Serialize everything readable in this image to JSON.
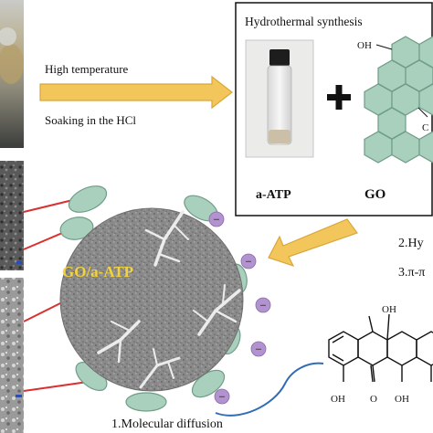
{
  "process": {
    "step1": "High temperature",
    "step2": "Soaking in the HCl"
  },
  "synthesis_box": {
    "title": "Hydrothermal synthesis",
    "left_label": "a-ATP",
    "right_label": "GO",
    "oh_label": "OH",
    "c_label": "C",
    "plus": "+"
  },
  "composite": {
    "label": "GO/a-ATP",
    "charge_sign": "−"
  },
  "mechanisms": {
    "m1": "1.Molecular diffusion",
    "m2": "2.Hy",
    "m3": "3.π-π"
  },
  "molecule": {
    "oh_top": "OH",
    "oh_bottom_left": "OH",
    "o_bottom": "O",
    "oh_bottom_right": "OH"
  },
  "colors": {
    "arrow_fill": "#f3c65c",
    "arrow_edge": "#d9a73a",
    "go_hex": "#a9cfbd",
    "go_hex_edge": "#6f9d88",
    "particle": "#8c8c8c",
    "charge": "#b393cf",
    "link_line": "#d93030",
    "diffusion_line": "#2f6db5"
  }
}
